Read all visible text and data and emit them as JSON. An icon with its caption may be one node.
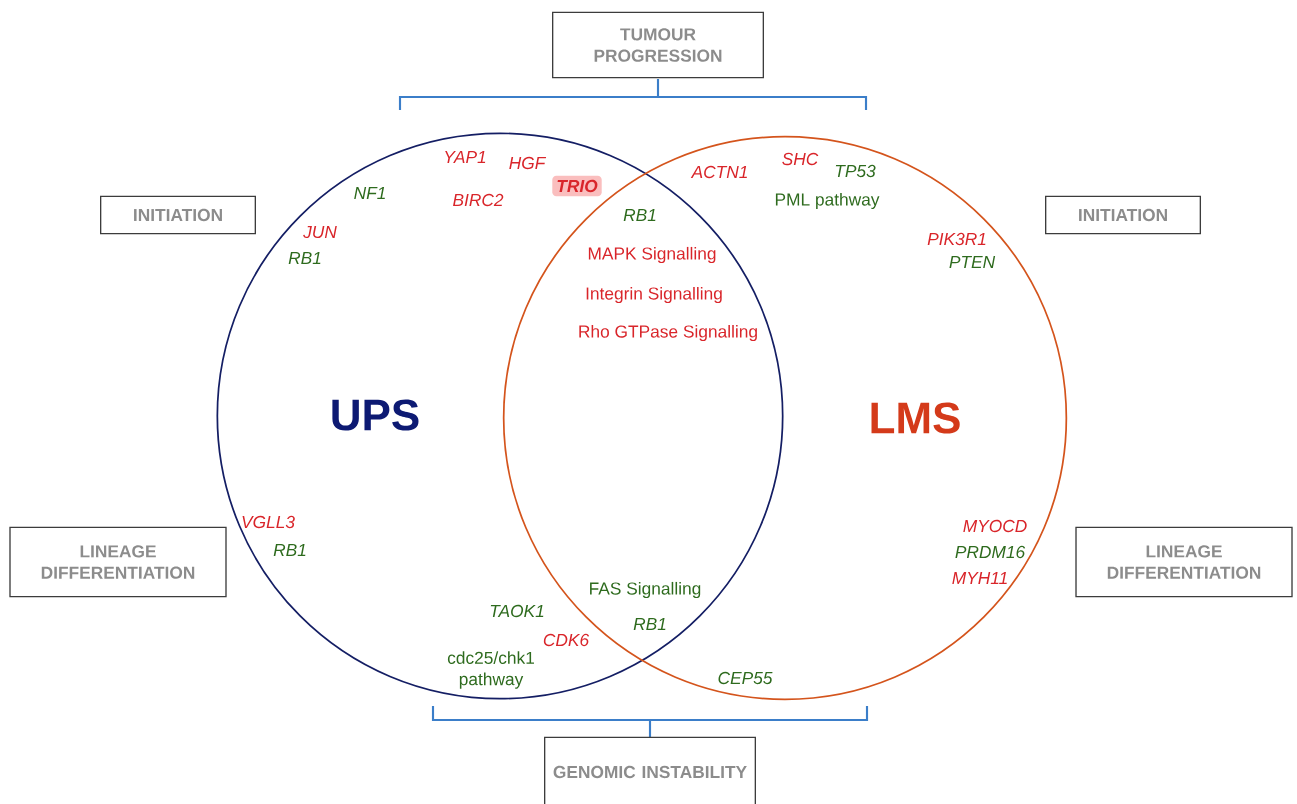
{
  "diagram": {
    "nodes": [
      {
        "text": [
          "TUMOUR PROGRESSION"
        ]
      },
      {
        "text": [
          "INITIATION"
        ]
      },
      {
        "text": [
          "INITIATION"
        ]
      },
      {
        "text": [
          "UPS"
        ]
      },
      {
        "text": [
          "LMS"
        ]
      },
      {
        "text": [
          "LINEAGE DIFFERENTIATION"
        ]
      },
      {
        "text": [
          "LINEAGE DIFFERENTIATION"
        ]
      },
      {
        "text": [
          "GENOMIC INSTABILITY"
        ]
      }
    ],
    "labels": [
      "YAP1",
      "HGF",
      "SHC",
      "ACTN1",
      "TP53",
      "TRIO",
      "NF1",
      "BIRC2",
      "PML pathway",
      "RB1",
      "JUN",
      "PIK3R1",
      "RB1",
      "MAPK Signalling",
      "PTEN",
      "Integrin Signalling",
      "Rho GTPase Signalling",
      "VGLL3",
      "MYOCD",
      "RB1",
      "PRDM16",
      "MYH11",
      "FAS Signalling",
      "TAOK1",
      "RB1",
      "CDK6",
      "cdc25/chk1 pathway",
      "CEP55"
    ]
  }
}
